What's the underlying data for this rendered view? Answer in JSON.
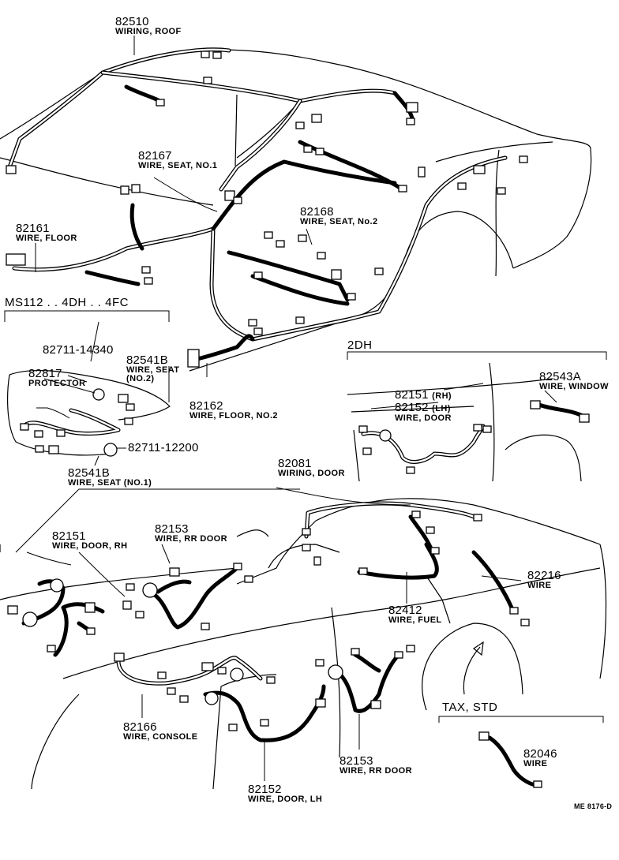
{
  "labels": [
    {
      "id": "82510",
      "num": "82510",
      "desc": "WIRING, ROOF"
    },
    {
      "id": "82167",
      "num": "82167",
      "desc": "WIRE, SEAT, NO.1"
    },
    {
      "id": "82161",
      "num": "82161",
      "desc": "WIRE, FLOOR"
    },
    {
      "id": "82168",
      "num": "82168",
      "desc": "WIRE, SEAT, No.2"
    },
    {
      "id": "82711a",
      "num": "82711-14340",
      "desc": ""
    },
    {
      "id": "82541b1",
      "num": "82541B",
      "desc": "WIRE, SEAT"
    },
    {
      "id": "82817",
      "num": "82817",
      "desc": "PROTECTOR"
    },
    {
      "id": "82162",
      "num": "82162",
      "desc": "WIRE, FLOOR, NO.2"
    },
    {
      "id": "82711b",
      "num": "82711-12200",
      "desc": ""
    },
    {
      "id": "82541b2",
      "num": "82541B",
      "desc": "WIRE, SEAT (NO.1)"
    },
    {
      "id": "82151rh",
      "num": "82151",
      "desc": "(RH)"
    },
    {
      "id": "82152lh",
      "num": "82152",
      "desc": "(LH)"
    },
    {
      "id": "82543a",
      "num": "82543A",
      "desc": "WIRE, WINDOW"
    },
    {
      "id": "82081",
      "num": "82081",
      "desc": "WIRING, DOOR"
    },
    {
      "id": "82151",
      "num": "82151",
      "desc": "WIRE, DOOR, RH"
    },
    {
      "id": "82153a",
      "num": "82153",
      "desc": "WIRE, RR DOOR"
    },
    {
      "id": "82216",
      "num": "82216",
      "desc": "WIRE"
    },
    {
      "id": "82412",
      "num": "82412",
      "desc": "WIRE, FUEL"
    },
    {
      "id": "82166",
      "num": "82166",
      "desc": "WIRE, CONSOLE"
    },
    {
      "id": "82153b",
      "num": "82153",
      "desc": "WIRE, RR DOOR"
    },
    {
      "id": "82152",
      "num": "82152",
      "desc": "WIRE, DOOR, LH"
    },
    {
      "id": "82046",
      "num": "82046",
      "desc": "WIRE"
    }
  ],
  "extra": {
    "no2": "(NO.2)",
    "wire_door": "WIRE, DOOR"
  },
  "sections": {
    "ms112": "MS112 . . 4DH . . 4FC",
    "dh2": "2DH",
    "taxstd": "TAX, STD"
  },
  "ref_code": "ME 8176-D"
}
